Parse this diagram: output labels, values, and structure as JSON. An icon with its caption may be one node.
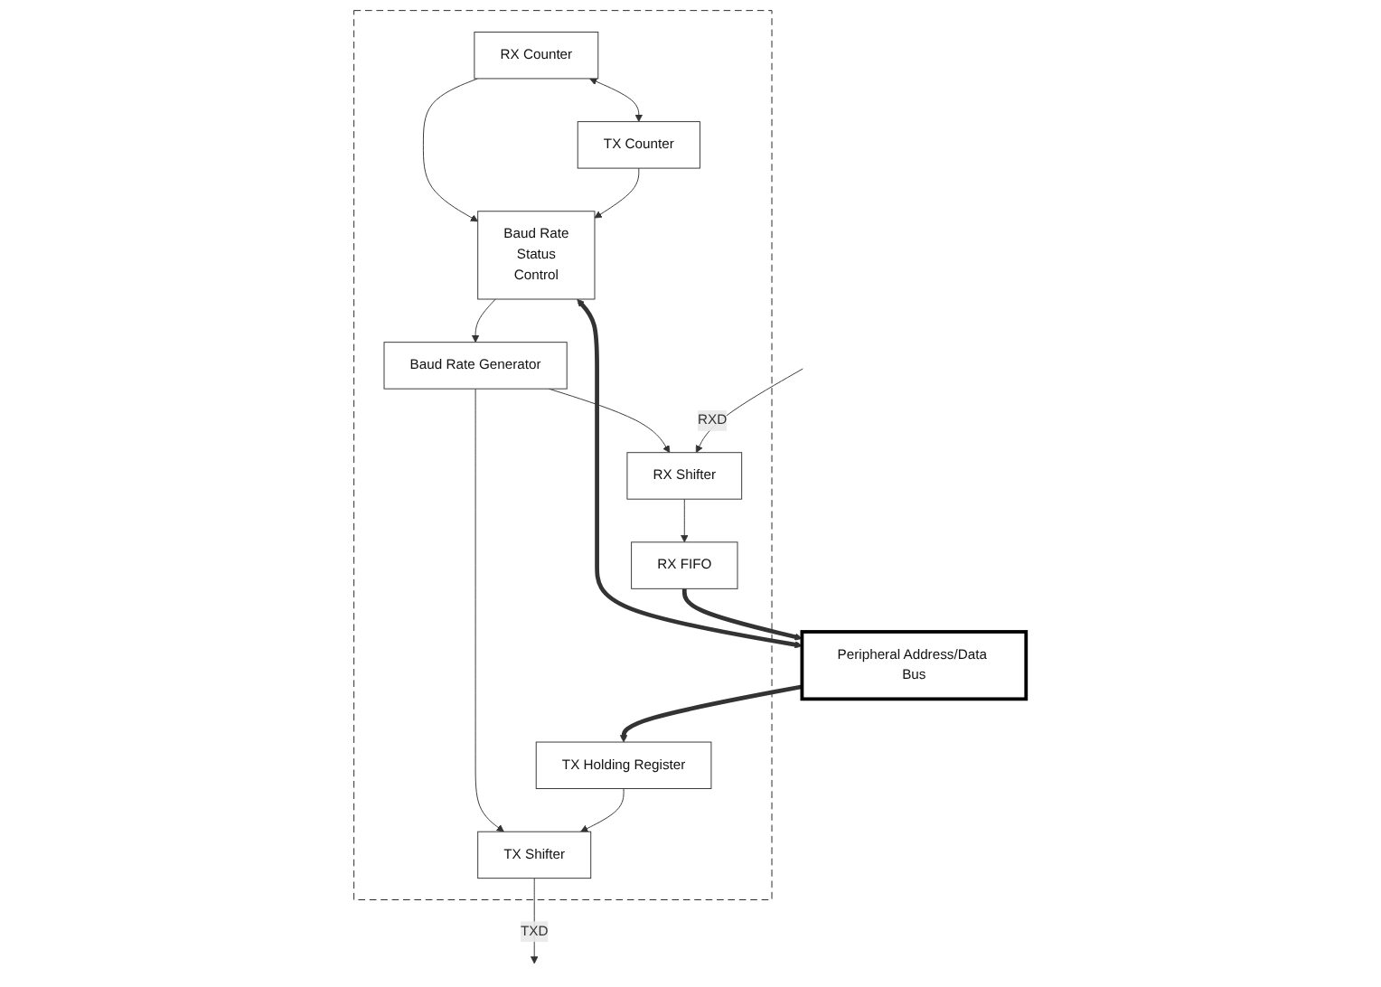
{
  "diagram": {
    "nodes": [
      {
        "text": [],
        "shape": "box"
      },
      {
        "text": [
          "Baud Rate Generator"
        ],
        "in": 0
      },
      {
        "text": [
          "RX Counter"
        ],
        "in": 0
      },
      {
        "text": [
          "RX Shifter"
        ],
        "in": 0
      },
      {
        "text": [
          "TX Shifter"
        ],
        "in": 0
      },
      {
        "text": [
          "Baud Rate",
          "Status",
          "Control"
        ],
        "in": 0
      },
      {
        "text": [
          "TX Counter"
        ],
        "in": 0
      },
      {
        "text": [
          "RX FIFO"
        ],
        "in": 0
      },
      {
        "text": [
          "TX Holding Register"
        ],
        "in": 0
      },
      {
        "text": [
          "Peripheral Address/Data Bus"
        ]
      }
    ],
    "edges": [
      {
        "from": 5,
        "to": 1,
        "arrow": "to"
      },
      {
        "from": 1,
        "to": 3,
        "arrow": "to"
      },
      {
        "from": 1,
        "to": 4,
        "arrow": "to"
      },
      {
        "from": 2,
        "to": 5,
        "arrow": "to"
      },
      {
        "from": 2,
        "to": 6,
        "arrow": "both"
      },
      {
        "from": 6,
        "to": 5,
        "arrow": "to"
      },
      {
        "from": null,
        "to": 3,
        "arrow": "to",
        "label": "RXD"
      },
      {
        "from": 4,
        "to": null,
        "arrow": "to",
        "label": "TXD"
      },
      {
        "from": 3,
        "to": 7,
        "arrow": "to"
      },
      {
        "from": 8,
        "to": 4,
        "arrow": "to"
      },
      {
        "from": 5,
        "to": 9,
        "arrow": "both",
        "style": "thick"
      },
      {
        "from": 7,
        "to": 9,
        "arrow": "to",
        "style": "thick"
      },
      {
        "from": 9,
        "to": 8,
        "arrow": "to",
        "style": "thick"
      }
    ]
  }
}
